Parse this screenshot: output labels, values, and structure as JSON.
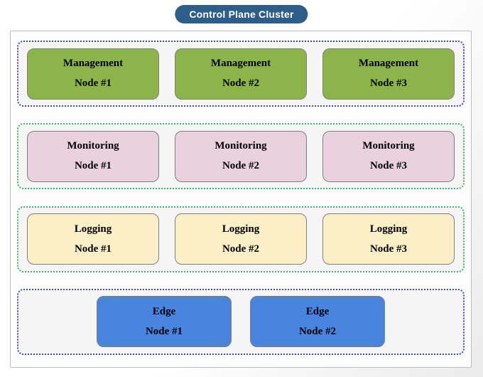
{
  "title": {
    "label": "Control Plane Cluster",
    "bg_color": "#2f5d8a",
    "text_color": "#ffffff"
  },
  "cluster": {
    "groups": [
      {
        "name": "management",
        "border_color": "#4545df",
        "node_color": "#8db44b",
        "centered": false,
        "nodes": [
          {
            "line1": "Management",
            "line2": "Node #1"
          },
          {
            "line1": "Management",
            "line2": "Node #2"
          },
          {
            "line1": "Management",
            "line2": "Node #3"
          }
        ]
      },
      {
        "name": "monitoring",
        "border_color": "#3fb271",
        "node_color": "#e9d2de",
        "centered": false,
        "nodes": [
          {
            "line1": "Monitoring",
            "line2": "Node #1"
          },
          {
            "line1": "Monitoring",
            "line2": "Node #2"
          },
          {
            "line1": "Monitoring",
            "line2": "Node #3"
          }
        ]
      },
      {
        "name": "logging",
        "border_color": "#3fb271",
        "node_color": "#fcefc8",
        "centered": false,
        "nodes": [
          {
            "line1": "Logging",
            "line2": "Node #1"
          },
          {
            "line1": "Logging",
            "line2": "Node #2"
          },
          {
            "line1": "Logging",
            "line2": "Node #3"
          }
        ]
      },
      {
        "name": "edge",
        "border_color": "#4545df",
        "node_color": "#4a84e1",
        "centered": true,
        "nodes": [
          {
            "line1": "Edge",
            "line2": "Node #1"
          },
          {
            "line1": "Edge",
            "line2": "Node #2"
          }
        ]
      }
    ]
  }
}
